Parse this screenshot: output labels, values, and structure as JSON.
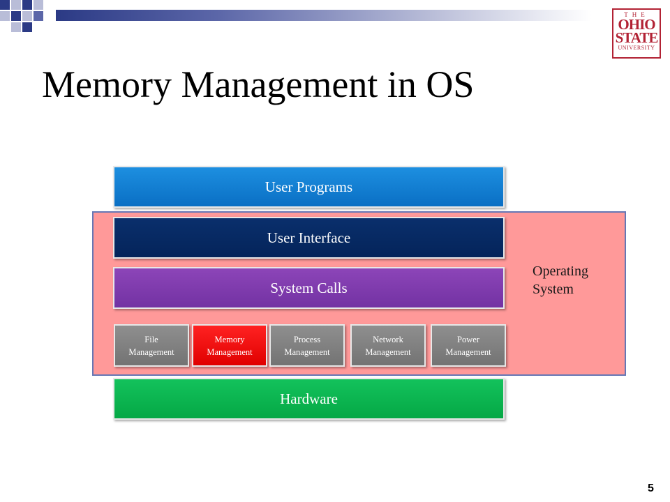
{
  "slide": {
    "title": "Memory Management in OS",
    "page_number": "5"
  },
  "logo": {
    "line1": "THE",
    "line2": "OHIO",
    "line3": "STATE",
    "line4": "UNIVERSITY"
  },
  "diagram": {
    "os_label_line1": "Operating",
    "os_label_line2": "System",
    "layers": {
      "user_programs": "User Programs",
      "user_interface": "User Interface",
      "system_calls": "System Calls",
      "hardware": "Hardware"
    },
    "modules": [
      {
        "line1": "File",
        "line2": "Management",
        "highlighted": false
      },
      {
        "line1": "Memory",
        "line2": "Management",
        "highlighted": true
      },
      {
        "line1": "Process",
        "line2": "Management",
        "highlighted": false
      },
      {
        "line1": "Network",
        "line2": "Management",
        "highlighted": false
      },
      {
        "line1": "Power",
        "line2": "Management",
        "highlighted": false
      }
    ]
  },
  "colors": {
    "user_programs": "#0a7bd2",
    "user_interface": "#04276a",
    "system_calls": "#7b3aaa",
    "hardware": "#08b44e",
    "os_region": "#ff9999",
    "module_default": "#808080",
    "module_highlight": "#ff0000",
    "logo_red": "#b22234"
  }
}
